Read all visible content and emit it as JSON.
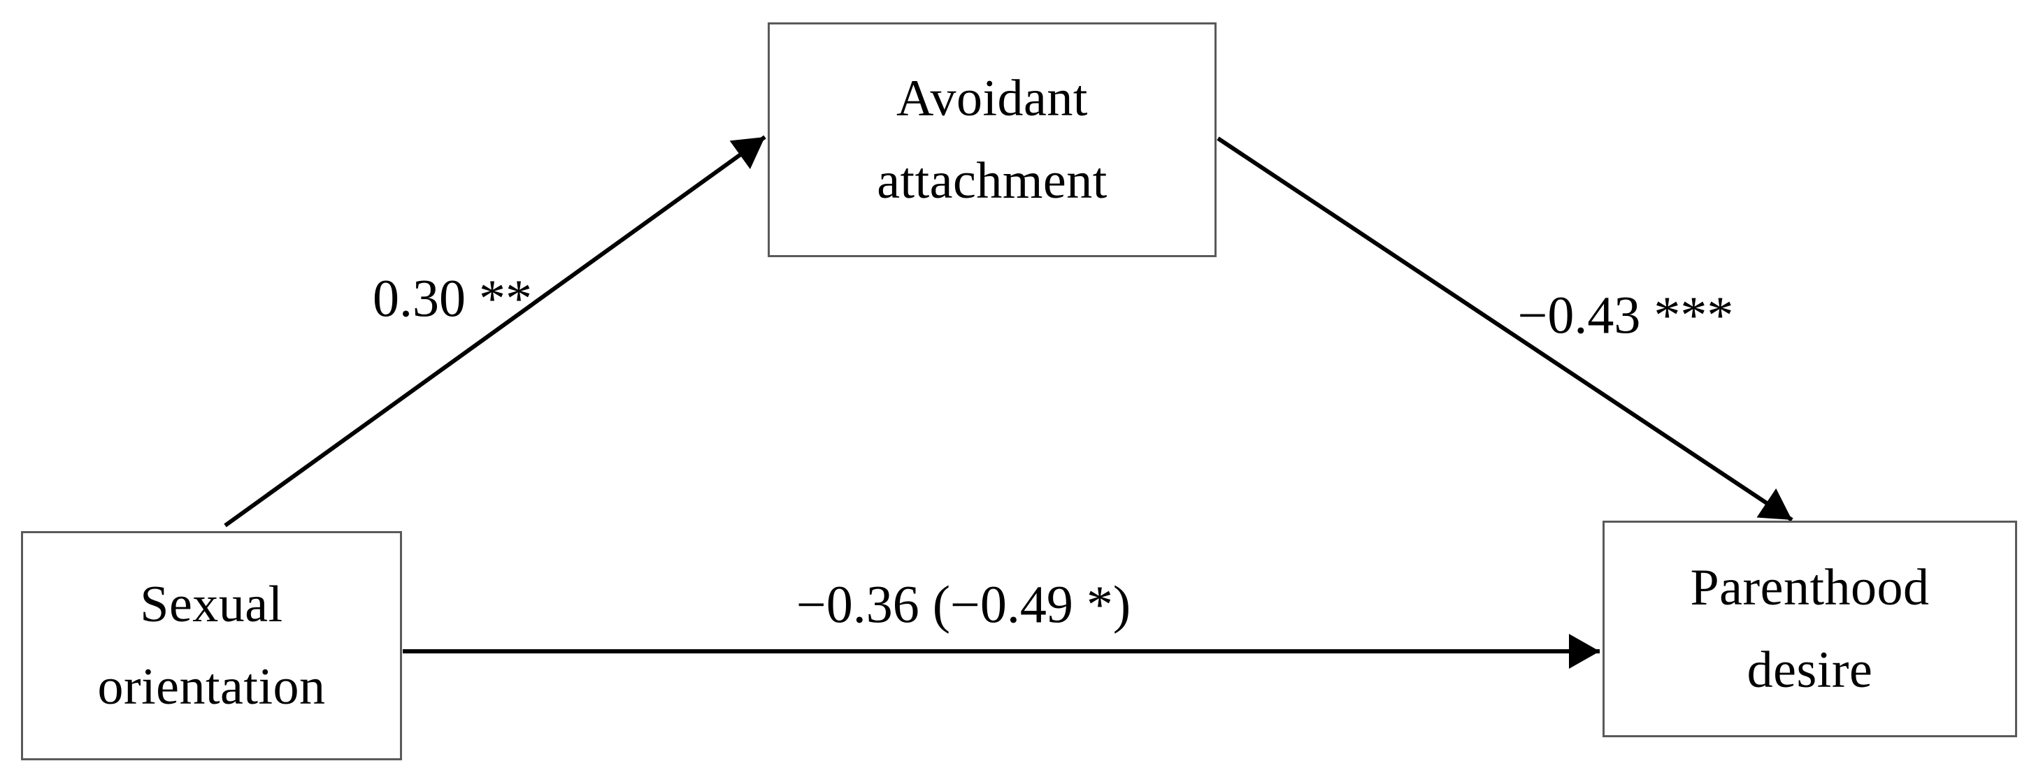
{
  "figure": {
    "type": "mediation-path-diagram",
    "background_color": "#ffffff",
    "box_border_color": "#5a5a5a",
    "arrow_color": "#000000",
    "text_color": "#000000",
    "nodes": {
      "predictor": {
        "line1": "Sexual",
        "line2": "orientation"
      },
      "mediator": {
        "line1": "Avoidant",
        "line2": "attachment"
      },
      "outcome": {
        "line1": "Parenthood",
        "line2": "desire"
      }
    },
    "paths": {
      "a": {
        "coefficient": "0.30 **",
        "from": "Sexual orientation",
        "to": "Avoidant attachment"
      },
      "b": {
        "coefficient": "−0.43 ***",
        "from": "Avoidant attachment",
        "to": "Parenthood desire"
      },
      "c": {
        "coefficient": "−0.36 (−0.49 *)",
        "from": "Sexual orientation",
        "to": "Parenthood desire"
      }
    }
  }
}
